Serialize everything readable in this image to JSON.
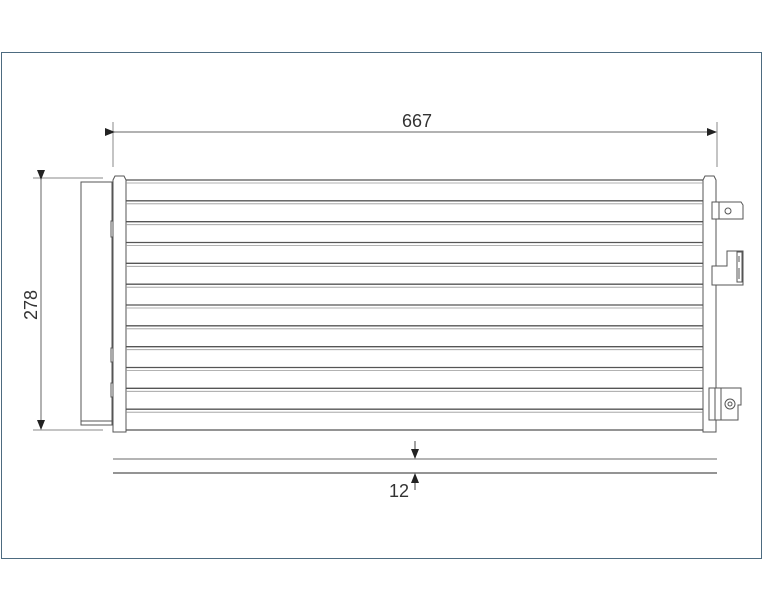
{
  "drawing": {
    "width_dimension": "667",
    "height_dimension": "278",
    "depth_dimension": "12",
    "tube_count": 12,
    "line_color": "#555555",
    "frame_color": "#4d6b80"
  }
}
